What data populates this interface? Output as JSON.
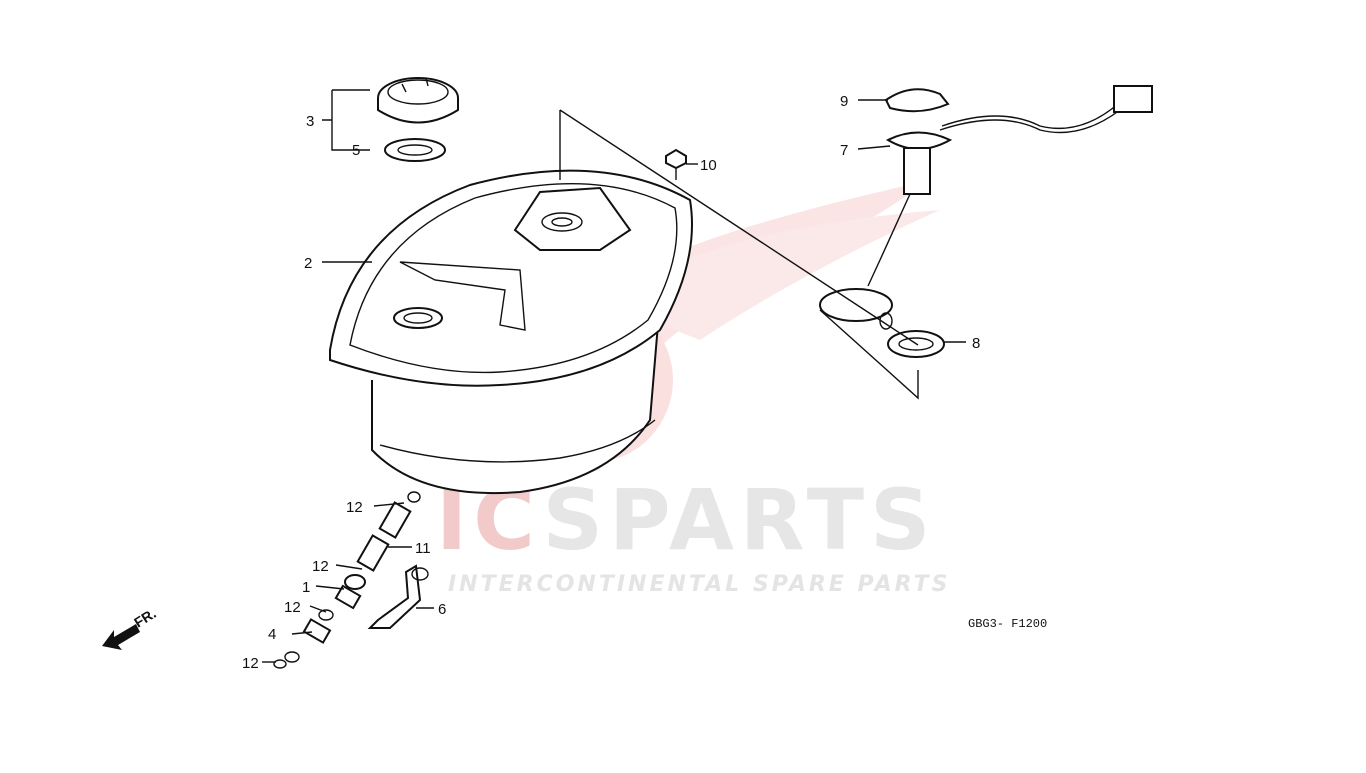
{
  "diagram_code": "GBG3- F1200",
  "direction_label": "FR.",
  "watermark": {
    "brand_prefix": "IC",
    "brand_suffix": "SPARTS",
    "tagline": "INTERCONTINENTAL SPARE PARTS"
  },
  "callouts": [
    {
      "id": "c3",
      "label": "3"
    },
    {
      "id": "c5",
      "label": "5"
    },
    {
      "id": "c2",
      "label": "2"
    },
    {
      "id": "c10",
      "label": "10"
    },
    {
      "id": "c9",
      "label": "9"
    },
    {
      "id": "c7",
      "label": "7"
    },
    {
      "id": "c8",
      "label": "8"
    },
    {
      "id": "c12a",
      "label": "12"
    },
    {
      "id": "c11",
      "label": "11"
    },
    {
      "id": "c12b",
      "label": "12"
    },
    {
      "id": "c1",
      "label": "1"
    },
    {
      "id": "c12c",
      "label": "12"
    },
    {
      "id": "c6",
      "label": "6"
    },
    {
      "id": "c4",
      "label": "4"
    },
    {
      "id": "c12d",
      "label": "12"
    }
  ],
  "colors": {
    "line": "#111111",
    "watermark_red": "#f2caca",
    "watermark_gray": "#e6e6e6"
  }
}
